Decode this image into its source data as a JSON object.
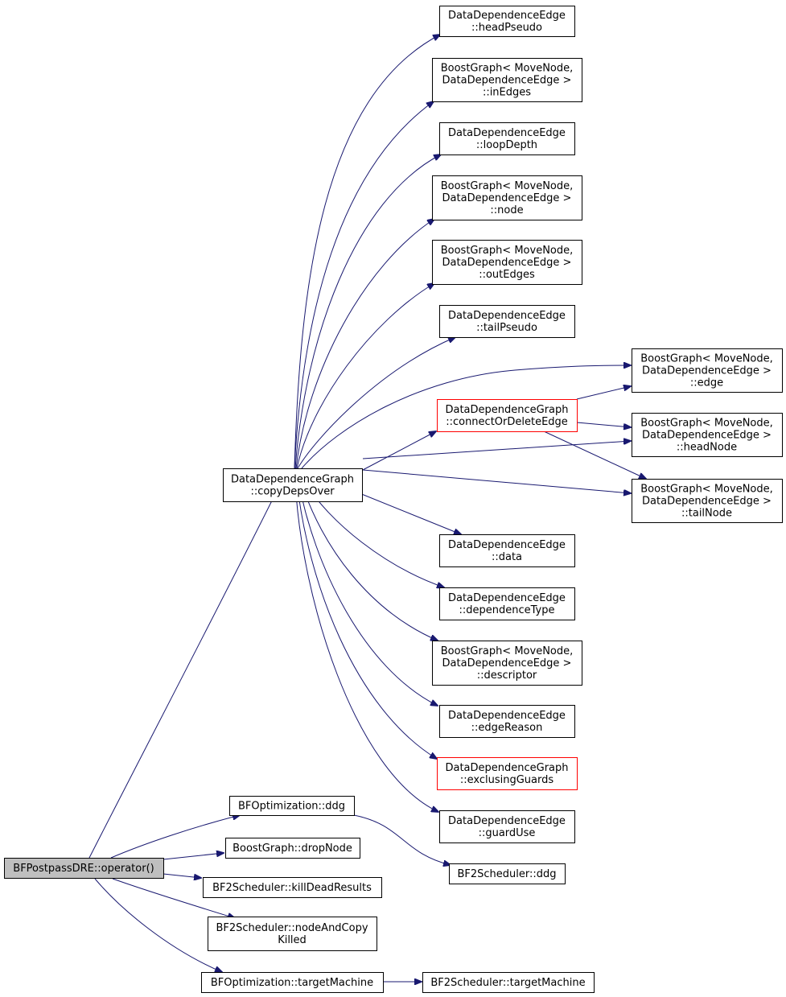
{
  "graph": {
    "root": "BFPostpassDRE::operator()",
    "nodes": [
      {
        "id": "root",
        "lines": [
          "BFPostpassDRE::operator()"
        ],
        "style": "root"
      },
      {
        "id": "copyDepsOver",
        "lines": [
          "DataDependenceGraph",
          "::copyDepsOver"
        ],
        "style": "normal"
      },
      {
        "id": "headPseudo",
        "lines": [
          "DataDependenceEdge",
          "::headPseudo"
        ],
        "style": "normal"
      },
      {
        "id": "inEdges",
        "lines": [
          "BoostGraph< MoveNode,",
          "DataDependenceEdge >",
          "::inEdges"
        ],
        "style": "normal"
      },
      {
        "id": "loopDepth",
        "lines": [
          "DataDependenceEdge",
          "::loopDepth"
        ],
        "style": "normal"
      },
      {
        "id": "node",
        "lines": [
          "BoostGraph< MoveNode,",
          "DataDependenceEdge >",
          "::node"
        ],
        "style": "normal"
      },
      {
        "id": "outEdges",
        "lines": [
          "BoostGraph< MoveNode,",
          "DataDependenceEdge >",
          "::outEdges"
        ],
        "style": "normal"
      },
      {
        "id": "tailPseudo",
        "lines": [
          "DataDependenceEdge",
          "::tailPseudo"
        ],
        "style": "normal"
      },
      {
        "id": "connectOrDeleteEdge",
        "lines": [
          "DataDependenceGraph",
          "::connectOrDeleteEdge"
        ],
        "style": "red"
      },
      {
        "id": "edge",
        "lines": [
          "BoostGraph< MoveNode,",
          "DataDependenceEdge >",
          "::edge"
        ],
        "style": "normal"
      },
      {
        "id": "headNode",
        "lines": [
          "BoostGraph< MoveNode,",
          "DataDependenceEdge >",
          "::headNode"
        ],
        "style": "normal"
      },
      {
        "id": "tailNode",
        "lines": [
          "BoostGraph< MoveNode,",
          "DataDependenceEdge >",
          "::tailNode"
        ],
        "style": "normal"
      },
      {
        "id": "data",
        "lines": [
          "DataDependenceEdge",
          "::data"
        ],
        "style": "normal"
      },
      {
        "id": "dependenceType",
        "lines": [
          "DataDependenceEdge",
          "::dependenceType"
        ],
        "style": "normal"
      },
      {
        "id": "descriptor",
        "lines": [
          "BoostGraph< MoveNode,",
          "DataDependenceEdge >",
          "::descriptor"
        ],
        "style": "normal"
      },
      {
        "id": "edgeReason",
        "lines": [
          "DataDependenceEdge",
          "::edgeReason"
        ],
        "style": "normal"
      },
      {
        "id": "exclusingGuards",
        "lines": [
          "DataDependenceGraph",
          "::exclusingGuards"
        ],
        "style": "red"
      },
      {
        "id": "guardUse",
        "lines": [
          "DataDependenceEdge",
          "::guardUse"
        ],
        "style": "normal"
      },
      {
        "id": "bfoptDdg",
        "lines": [
          "BFOptimization::ddg"
        ],
        "style": "normal"
      },
      {
        "id": "dropNode",
        "lines": [
          "BoostGraph::dropNode"
        ],
        "style": "normal"
      },
      {
        "id": "killDeadResults",
        "lines": [
          "BF2Scheduler::killDeadResults"
        ],
        "style": "normal"
      },
      {
        "id": "nodeAndCopyKilled",
        "lines": [
          "BF2Scheduler::nodeAndCopy",
          "Killed"
        ],
        "style": "normal"
      },
      {
        "id": "bfoptTargetMachine",
        "lines": [
          "BFOptimization::targetMachine"
        ],
        "style": "normal"
      },
      {
        "id": "bf2Ddg",
        "lines": [
          "BF2Scheduler::ddg"
        ],
        "style": "normal"
      },
      {
        "id": "bf2TargetMachine",
        "lines": [
          "BF2Scheduler::targetMachine"
        ],
        "style": "normal"
      }
    ],
    "edges": [
      {
        "from": "root",
        "to": "copyDepsOver"
      },
      {
        "from": "root",
        "to": "bfoptDdg"
      },
      {
        "from": "root",
        "to": "dropNode"
      },
      {
        "from": "root",
        "to": "killDeadResults"
      },
      {
        "from": "root",
        "to": "nodeAndCopyKilled"
      },
      {
        "from": "root",
        "to": "bfoptTargetMachine"
      },
      {
        "from": "copyDepsOver",
        "to": "headPseudo"
      },
      {
        "from": "copyDepsOver",
        "to": "inEdges"
      },
      {
        "from": "copyDepsOver",
        "to": "loopDepth"
      },
      {
        "from": "copyDepsOver",
        "to": "node"
      },
      {
        "from": "copyDepsOver",
        "to": "outEdges"
      },
      {
        "from": "copyDepsOver",
        "to": "tailPseudo"
      },
      {
        "from": "copyDepsOver",
        "to": "edge"
      },
      {
        "from": "copyDepsOver",
        "to": "connectOrDeleteEdge"
      },
      {
        "from": "copyDepsOver",
        "to": "headNode"
      },
      {
        "from": "copyDepsOver",
        "to": "tailNode"
      },
      {
        "from": "copyDepsOver",
        "to": "data"
      },
      {
        "from": "copyDepsOver",
        "to": "dependenceType"
      },
      {
        "from": "copyDepsOver",
        "to": "descriptor"
      },
      {
        "from": "copyDepsOver",
        "to": "edgeReason"
      },
      {
        "from": "copyDepsOver",
        "to": "exclusingGuards"
      },
      {
        "from": "copyDepsOver",
        "to": "guardUse"
      },
      {
        "from": "connectOrDeleteEdge",
        "to": "edge"
      },
      {
        "from": "connectOrDeleteEdge",
        "to": "headNode"
      },
      {
        "from": "connectOrDeleteEdge",
        "to": "tailNode"
      },
      {
        "from": "bfoptDdg",
        "to": "bf2Ddg"
      },
      {
        "from": "bfoptTargetMachine",
        "to": "bf2TargetMachine"
      }
    ]
  },
  "colors": {
    "edge": "#191970",
    "root_fill": "#bfbfbf",
    "highlight_border": "#ff0000",
    "border": "#000000"
  }
}
